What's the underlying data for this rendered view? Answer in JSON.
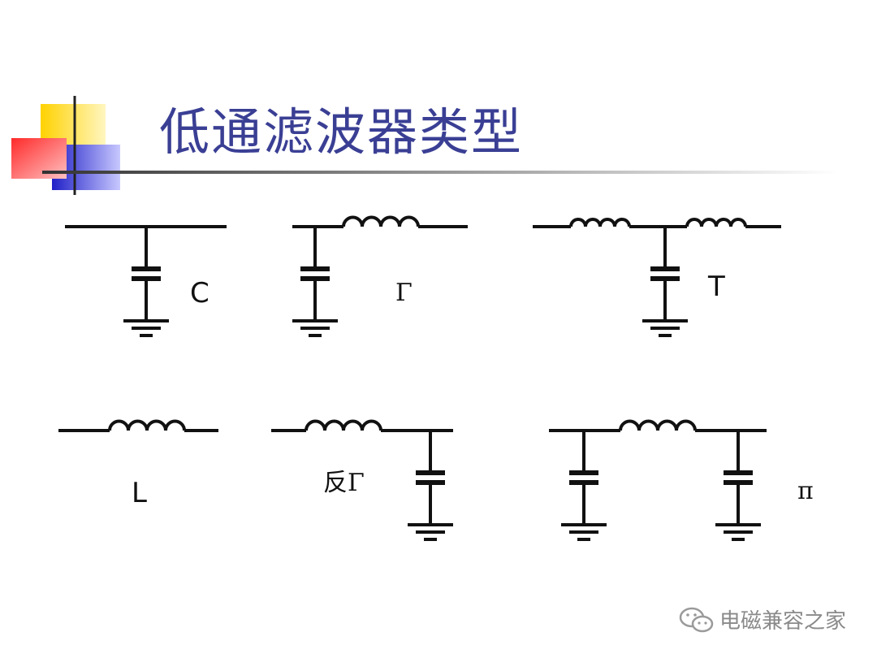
{
  "slide": {
    "title": "低通滤波器类型",
    "filters": [
      {
        "label": "C"
      },
      {
        "label": "Γ"
      },
      {
        "label": "T"
      },
      {
        "label": "L"
      },
      {
        "label": "反Γ"
      },
      {
        "label": "π"
      }
    ],
    "watermark": {
      "text": "电磁兼容之家",
      "icon": "wechat-icon"
    }
  },
  "colors": {
    "title": "#3a3f94",
    "accent_yellow": "#ffd200",
    "accent_red": "#ff3b3b",
    "accent_blue": "#2a2acc",
    "wire": "#111111"
  }
}
